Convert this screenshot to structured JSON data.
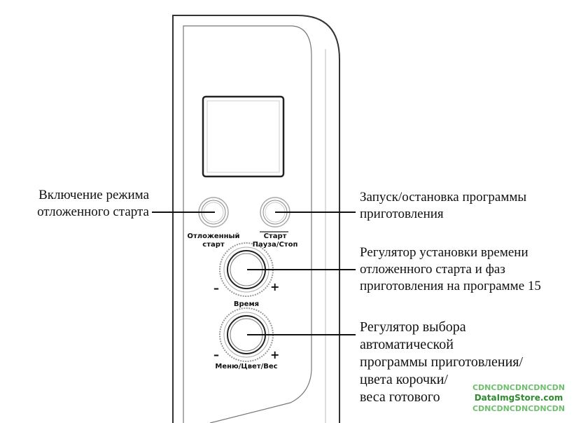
{
  "callouts": {
    "delayed_start": [
      "Включение режима",
      "отложенного старта"
    ],
    "start_stop": [
      "Запуск/остановка программы",
      "приготовления"
    ],
    "time_knob": [
      "Регулятор установки времени",
      "отложенного старта и фаз",
      "приготовления на программе 15"
    ],
    "menu_knob": [
      "Регулятор выбора",
      "автоматической",
      "программы приготовления/",
      "цвета корочки/",
      "веса готового"
    ]
  },
  "panel": {
    "delayed_start_label": [
      "Отложенный",
      "старт"
    ],
    "start_label": [
      "Старт",
      "Пауза/Стоп"
    ],
    "time_label": "Время",
    "menu_label": "Меню/Цвет/Вес",
    "minus": "–",
    "plus": "+"
  },
  "watermark": [
    "CDNCDNCDNCDNCDN",
    "DataImgStore.com",
    "CDNCDNCDNCDNCDN"
  ]
}
